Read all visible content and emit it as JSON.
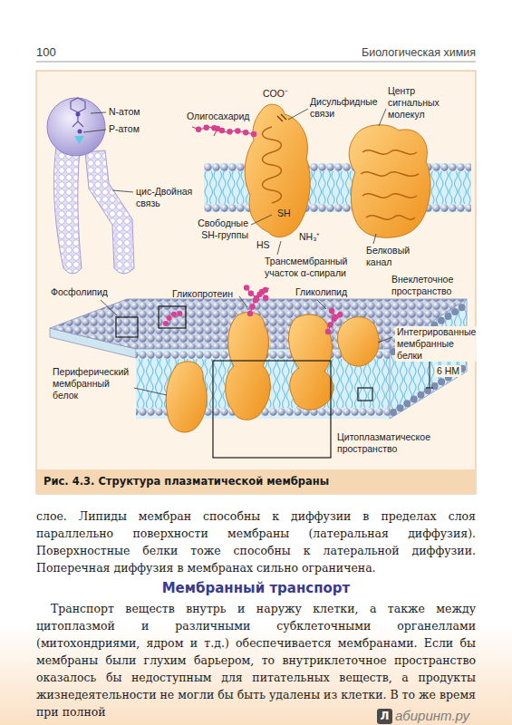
{
  "diagram": {
    "caption": "Рис. 4.3. Структура плазматической мембраны",
    "labels": [
      "100",
      "Биологическая химия",
      "N-атом",
      "P-атом",
      "цис-Двойная связь",
      "Олигосахарид",
      "COO⁻",
      "Дисульфидные связи",
      "Центр сигнальных молекул",
      "Свободные SH-группы",
      "SH",
      "HS",
      "NH₃⁺",
      "Трансмембранный участок α-спирали",
      "Белковый канал",
      "Гликопротеин",
      "Гликолипид",
      "Внеклеточное пространство",
      "Фосфолипид",
      "Интегрированные мембранные белки",
      "Периферический мембранный белок",
      "6 НМ",
      "Цитоплазматическое пространство",
      "слое. Липиды мембран способны к диффузии в пределах слоя параллельно поверхности мембраны (латеральная диффузия). Поверхностные белки тоже способны к латеральной диффузии. Поперечная диффузия в мембранах сильно ограничена.",
      "Мембранный транспорт",
      "Транспорт веществ внутрь и наружу клетки, а также между цитоплазмой и различными субклеточными органеллами (митохондриями, ядром и т.д.) обеспечивается мембранами. Если бы мембраны были глухим барьером, то внутриклеточное пространство оказалось бы недоступным для питательных веществ, а продукты жизнедеятельности не могли бы быть удалены из клетки. В то же время при полной",
      "Л",
      "абиринт.ру"
    ]
  }
}
